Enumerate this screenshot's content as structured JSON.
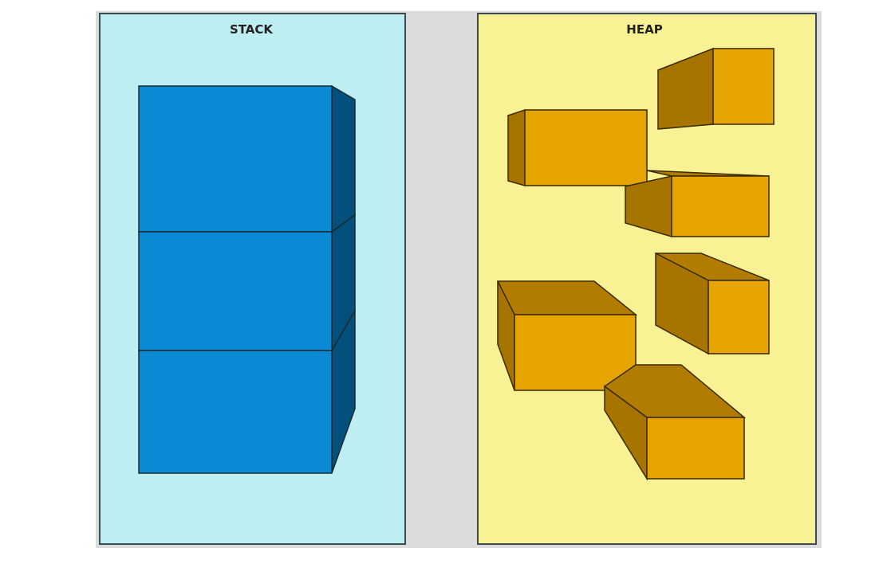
{
  "stack": {
    "title": "STACK",
    "block_count": 3
  },
  "heap": {
    "title": "HEAP",
    "block_count": 6
  },
  "colors": {
    "stack_panel_fill": "#bdeef2",
    "heap_panel_fill": "#f8f295",
    "gap_fill": "#dcdcdc",
    "stack_front": "#0a8ad4",
    "stack_side": "#03507d",
    "heap_front": "#e6a400",
    "heap_side": "#a87400",
    "heap_top": "#b27c00",
    "outline": "#1a2a33"
  }
}
